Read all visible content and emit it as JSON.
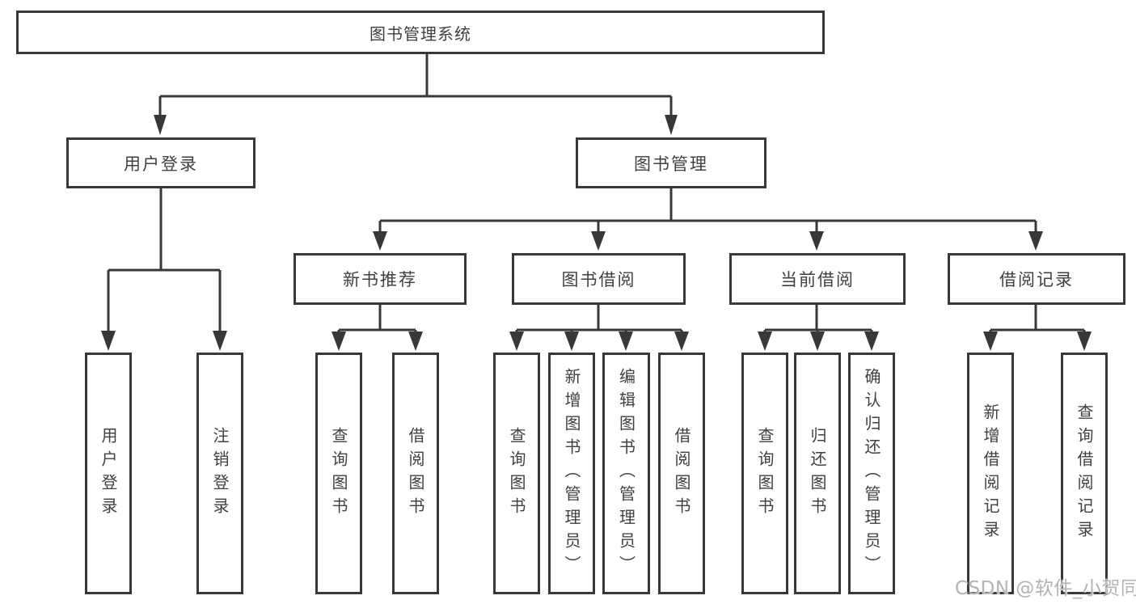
{
  "diagram": {
    "tree": {
      "label": "图书管理系统",
      "children": [
        {
          "label": "用户登录",
          "children": [
            {
              "label": "用户登录"
            },
            {
              "label": "注销登录"
            }
          ]
        },
        {
          "label": "图书管理",
          "children": [
            {
              "label": "新书推荐",
              "children": [
                {
                  "label": "查询图书"
                },
                {
                  "label": "借阅图书"
                }
              ]
            },
            {
              "label": "图书借阅",
              "children": [
                {
                  "label": "查询图书"
                },
                {
                  "label": "新增图书（管理员）"
                },
                {
                  "label": "编辑图书（管理员）"
                },
                {
                  "label": "借阅图书"
                }
              ]
            },
            {
              "label": "当前借阅",
              "children": [
                {
                  "label": "查询图书"
                },
                {
                  "label": "归还图书"
                },
                {
                  "label": "确认归还（管理员）"
                }
              ]
            },
            {
              "label": "借阅记录",
              "children": [
                {
                  "label": "新增借阅记录"
                },
                {
                  "label": "查询借阅记录"
                }
              ]
            }
          ]
        }
      ]
    },
    "colors": {
      "line": "#383838",
      "text": "#404040",
      "background": "#ffffff",
      "watermark": "#b3b3b3"
    }
  },
  "watermark": {
    "text": "CSDN @软件_小贺同学"
  }
}
